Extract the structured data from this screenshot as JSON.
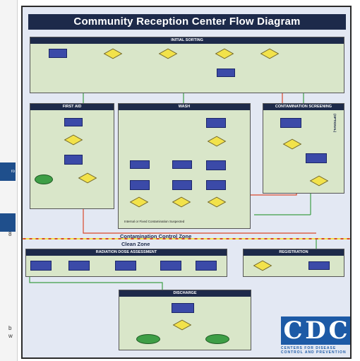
{
  "left_page": {
    "btn1": "ro",
    "btn2": "8",
    "text1": "b",
    "text2": "w"
  },
  "diagram": {
    "title": "Community Reception Center Flow Diagram",
    "panels": {
      "initial_sorting": "INITIAL SORTING",
      "first_aid": "FIRST AID",
      "wash": "WASH",
      "contamination_screening": "CONTAMINATION SCREENING",
      "radiation_dose_assessment": "RADIATION DOSE ASSESSMENT",
      "registration": "REGISTRATION",
      "discharge": "DISCHARGE"
    },
    "zones": {
      "contamination_control": "Contamination Control Zone",
      "clean": "Clean Zone"
    },
    "side_label": "(OPTIONAL)",
    "wash_note": "Internal or Fixed Contamination Suspected"
  },
  "logo": {
    "letters": [
      "C",
      "D",
      "C"
    ],
    "tagline_1": "CENTERS FOR DISEASE",
    "tagline_2": "CONTROL AND PREVENTION"
  },
  "colors": {
    "title_bar": "#1d2a4a",
    "panel_fill": "#d9e6c9",
    "process_box": "#3b4aa8",
    "decision": "#f2e24a",
    "arrow_green": "#3e9e46",
    "arrow_red": "#d9482b",
    "zone_line": "#d9482b",
    "cdc_blue": "#1d5aa6"
  }
}
